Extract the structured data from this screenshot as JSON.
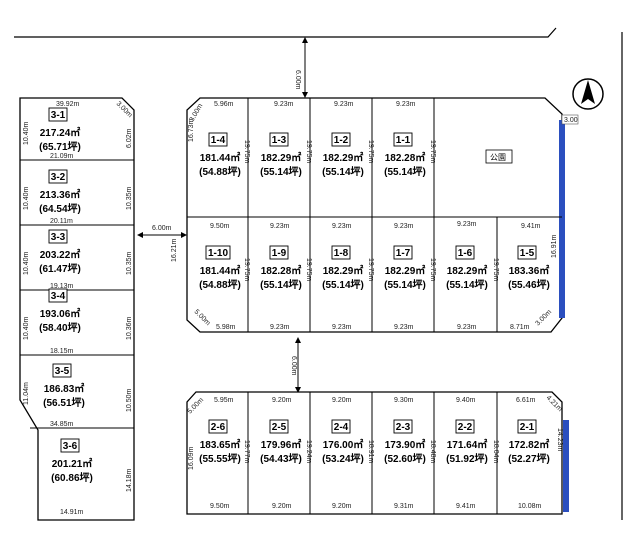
{
  "road_widths": {
    "top_road": "6.00m",
    "west_road": "6.00m",
    "middle_road": "6.00m"
  },
  "north_mark": {
    "label": "N",
    "icon": "north-arrow-icon"
  },
  "colors": {
    "line": "#000000",
    "accent_edge": "#2b4fbf"
  },
  "park": {
    "label": "公園",
    "edge_label": "3.00"
  },
  "block1": {
    "top_dims": [
      "5.96m",
      "9.23m",
      "9.23m",
      "9.23m"
    ],
    "chamfer_top": "3.00m",
    "row_dims": [
      "9.50m",
      "9.23m",
      "9.23m",
      "9.23m",
      "9.23m",
      "9.41m"
    ],
    "bottom_dims": [
      "5.98m",
      "9.23m",
      "9.23m",
      "9.23m",
      "9.23m",
      "8.71m"
    ],
    "chamfer_bottom": "5.00m",
    "chamfer_br": "3.00m",
    "upper_sides": [
      "16.73m",
      "19.75m",
      "19.75m",
      "19.75m",
      "19.75m"
    ],
    "lower_sides": [
      "16.21m",
      "19.75m",
      "19.75m",
      "19.75m",
      "19.75m",
      "19.75m",
      "16.91m"
    ],
    "lots": [
      {
        "id": "1-4",
        "area": "181.44㎡",
        "tsubo": "(54.88坪)"
      },
      {
        "id": "1-3",
        "area": "182.29㎡",
        "tsubo": "(55.14坪)"
      },
      {
        "id": "1-2",
        "area": "182.29㎡",
        "tsubo": "(55.14坪)"
      },
      {
        "id": "1-1",
        "area": "182.28㎡",
        "tsubo": "(55.14坪)"
      },
      {
        "id": "1-10",
        "area": "181.44㎡",
        "tsubo": "(54.88坪)"
      },
      {
        "id": "1-9",
        "area": "182.28㎡",
        "tsubo": "(55.14坪)"
      },
      {
        "id": "1-8",
        "area": "182.29㎡",
        "tsubo": "(55.14坪)"
      },
      {
        "id": "1-7",
        "area": "182.29㎡",
        "tsubo": "(55.14坪)"
      },
      {
        "id": "1-6",
        "area": "182.29㎡",
        "tsubo": "(55.14坪)"
      },
      {
        "id": "1-5",
        "area": "183.36㎡",
        "tsubo": "(55.46坪)"
      }
    ]
  },
  "block2": {
    "top_dims": [
      "5.95m",
      "9.20m",
      "9.20m",
      "9.30m",
      "9.40m",
      "6.61m"
    ],
    "bottom_dims": [
      "9.50m",
      "9.20m",
      "9.20m",
      "9.31m",
      "9.41m",
      "10.08m"
    ],
    "chamfer_tl": "5.00m",
    "chamfer_tr": "4.21m",
    "sides": [
      "16.09m",
      "19.77m",
      "19.24m",
      "18.91m",
      "18.48m",
      "18.04m",
      "14.23m"
    ],
    "lots": [
      {
        "id": "2-6",
        "area": "183.65㎡",
        "tsubo": "(55.55坪)"
      },
      {
        "id": "2-5",
        "area": "179.96㎡",
        "tsubo": "(54.43坪)"
      },
      {
        "id": "2-4",
        "area": "176.00㎡",
        "tsubo": "(53.24坪)"
      },
      {
        "id": "2-3",
        "area": "173.90㎡",
        "tsubo": "(52.60坪)"
      },
      {
        "id": "2-2",
        "area": "171.64㎡",
        "tsubo": "(51.92坪)"
      },
      {
        "id": "2-1",
        "area": "172.82㎡",
        "tsubo": "(52.27坪)"
      }
    ]
  },
  "block3": {
    "top_dim": "39.92m",
    "chamfer": "3.00m",
    "row_widths": [
      "21.09m",
      "20.11m",
      "19.13m",
      "18.15m",
      "34.85m",
      "14.91m"
    ],
    "left_sides": [
      "10.40m",
      "10.40m",
      "10.40m",
      "10.40m",
      "11.04m"
    ],
    "right_sides": [
      "6.02m",
      "10.35m",
      "10.35m",
      "10.36m",
      "10.50m",
      "14.18m"
    ],
    "lots": [
      {
        "id": "3-1",
        "area": "217.24㎡",
        "tsubo": "(65.71坪)"
      },
      {
        "id": "3-2",
        "area": "213.36㎡",
        "tsubo": "(64.54坪)"
      },
      {
        "id": "3-3",
        "area": "203.22㎡",
        "tsubo": "(61.47坪)"
      },
      {
        "id": "3-4",
        "area": "193.06㎡",
        "tsubo": "(58.40坪)"
      },
      {
        "id": "3-5",
        "area": "186.83㎡",
        "tsubo": "(56.51坪)"
      },
      {
        "id": "3-6",
        "area": "201.21㎡",
        "tsubo": "(60.86坪)"
      }
    ]
  }
}
